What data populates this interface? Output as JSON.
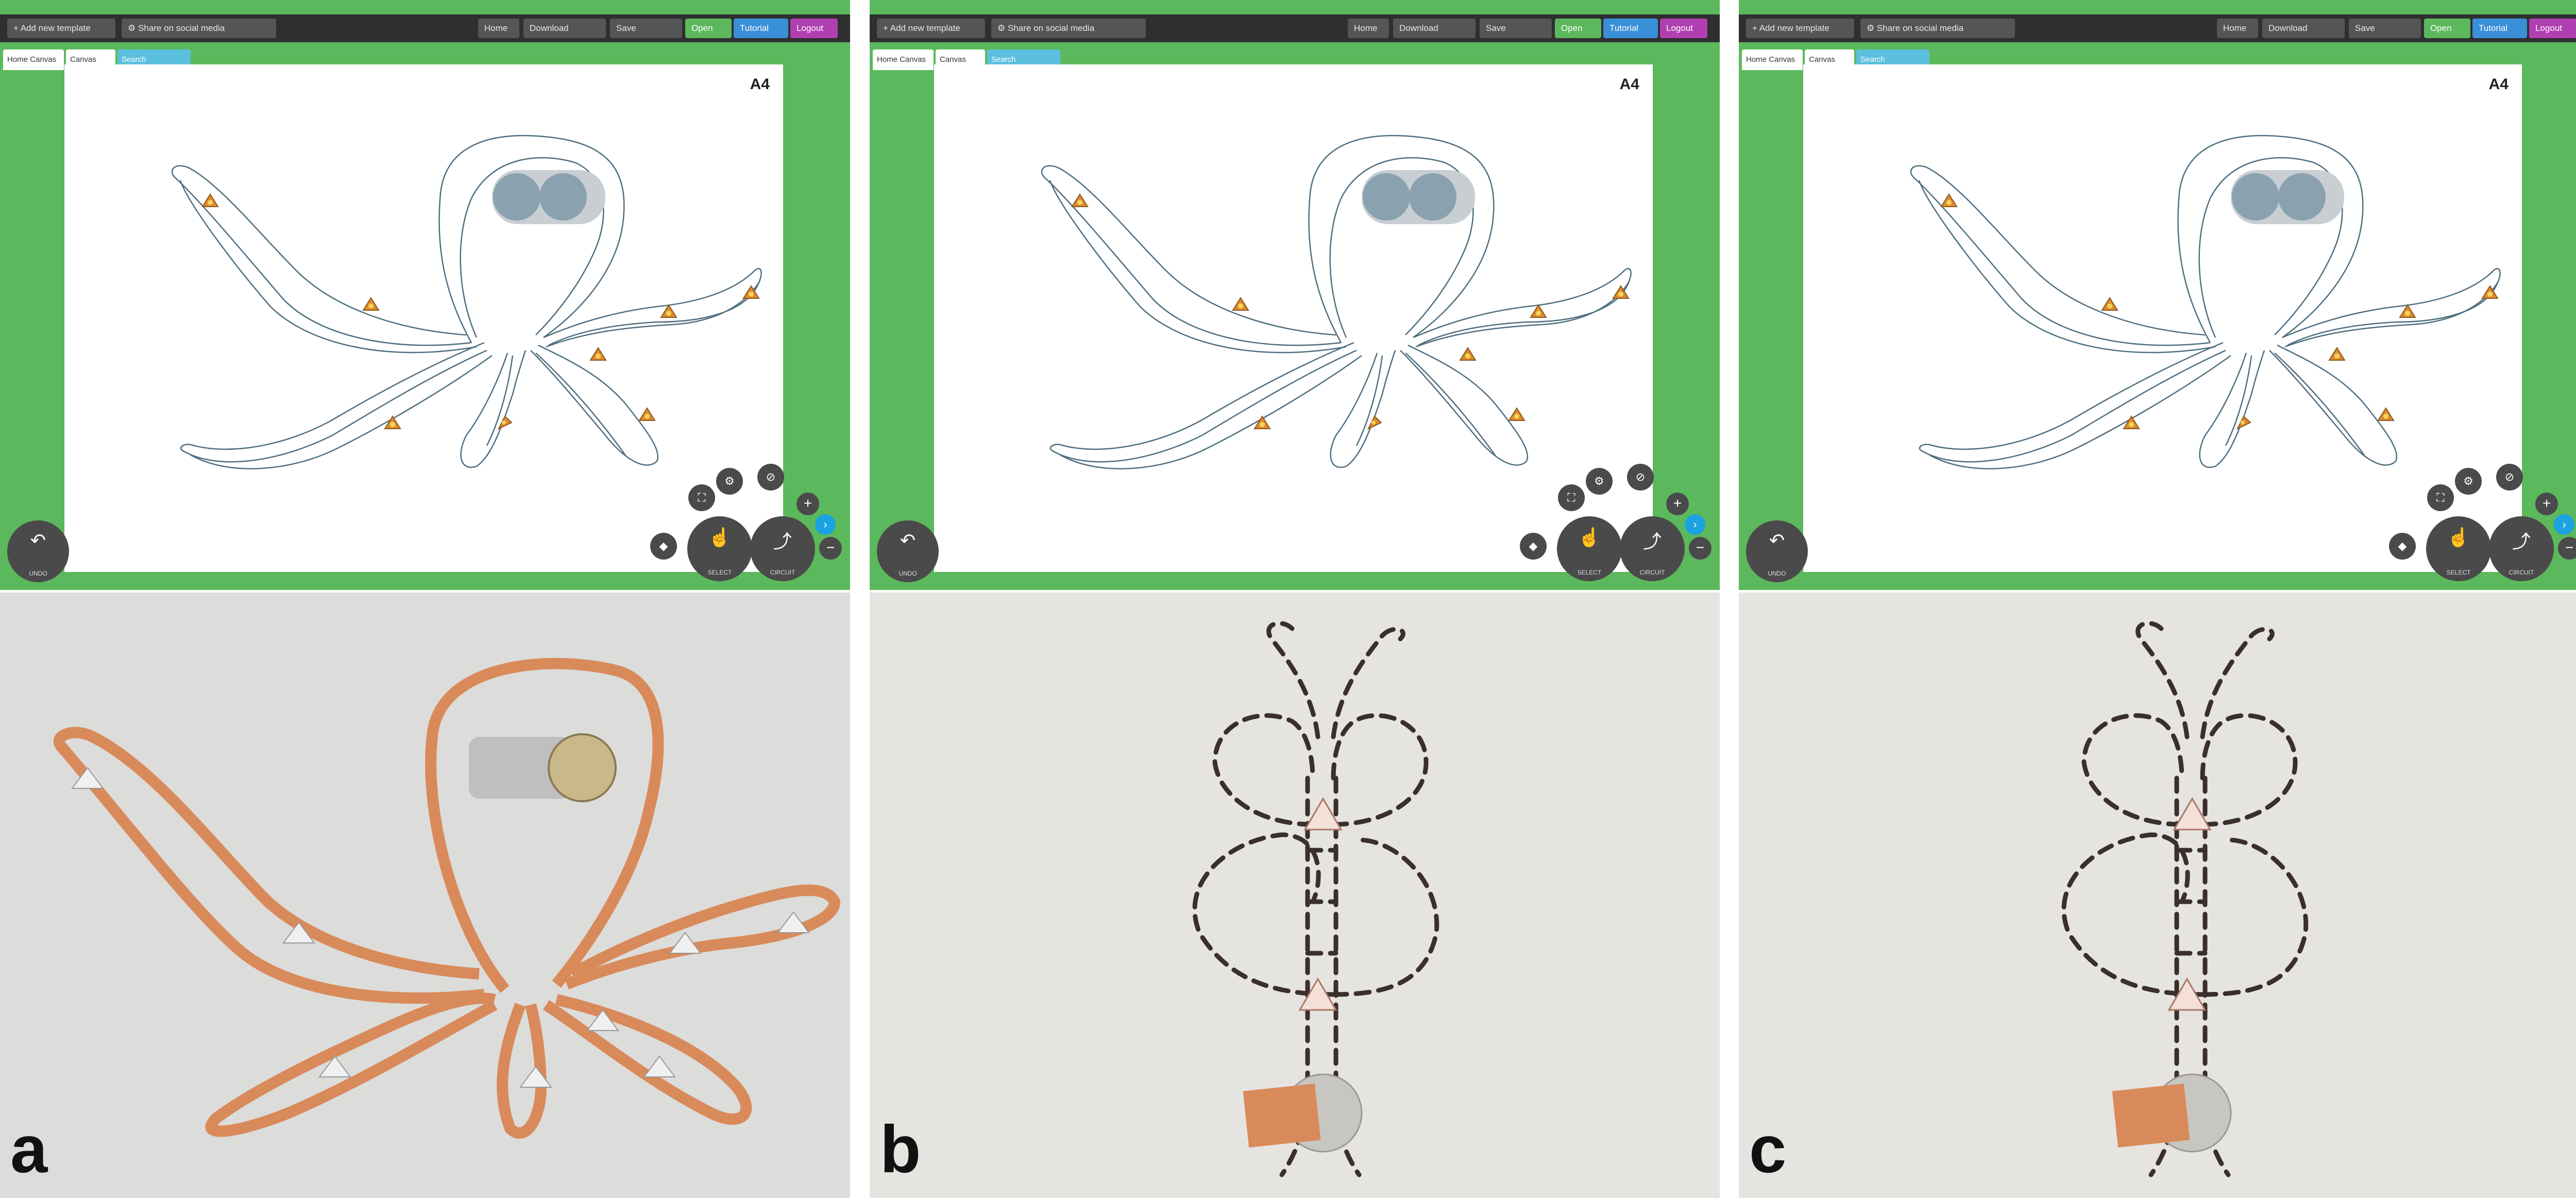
{
  "panels": [
    {
      "letter": "a",
      "toolbar": {
        "left_buttons": [
          "+ Add new template",
          "⚙ Share on social media"
        ],
        "right_buttons": [
          "Home",
          "Download",
          "Save",
          "Open",
          "Tutorial",
          "Logout"
        ]
      },
      "tabs": [
        "Home Canvas",
        "Canvas",
        "Search"
      ],
      "paper_size": "A4",
      "fab": {
        "undo": "UNDO",
        "select": "SELECT",
        "circuit": "CIRCUIT"
      },
      "photo": "copper tape octopus circuit"
    },
    {
      "letter": "b",
      "toolbar": {
        "left_buttons": [
          "+ Add new template",
          "⚙ Share on social media"
        ],
        "right_buttons": [
          "Home",
          "Download",
          "Save",
          "Open",
          "Tutorial",
          "Logout"
        ]
      },
      "tabs": [
        "Home Canvas",
        "Canvas",
        "Search"
      ],
      "paper_size": "A4",
      "fab": {
        "undo": "UNDO",
        "select": "SELECT",
        "circuit": "CIRCUIT"
      },
      "photo": "conductive thread butterfly on fabric"
    },
    {
      "letter": "c",
      "toolbar": {
        "left_buttons": [
          "+ Add new template",
          "⚙ Share on social media"
        ],
        "right_buttons": [
          "Home",
          "Download",
          "Save",
          "Open",
          "Tutorial",
          "Logout"
        ]
      },
      "tabs": [
        "Home Canvas",
        "Canvas",
        "Search"
      ],
      "paper_size": "A4",
      "fab": {
        "undo": "UNDO",
        "select": "SELECT",
        "circuit": "CIRCUIT"
      },
      "photo": "conductive thread butterfly on fabric"
    }
  ],
  "colors": {
    "app_green": "#5cb85c",
    "toolbar_dark": "#2f2f2f",
    "tab_highlight": "#5bc0de",
    "trace_stroke": "#4e6e80",
    "battery_fill": "#8aa2b0",
    "led_orange": "#e08a2a",
    "copper": "#d98a5a",
    "thread": "#3a2f2a"
  }
}
